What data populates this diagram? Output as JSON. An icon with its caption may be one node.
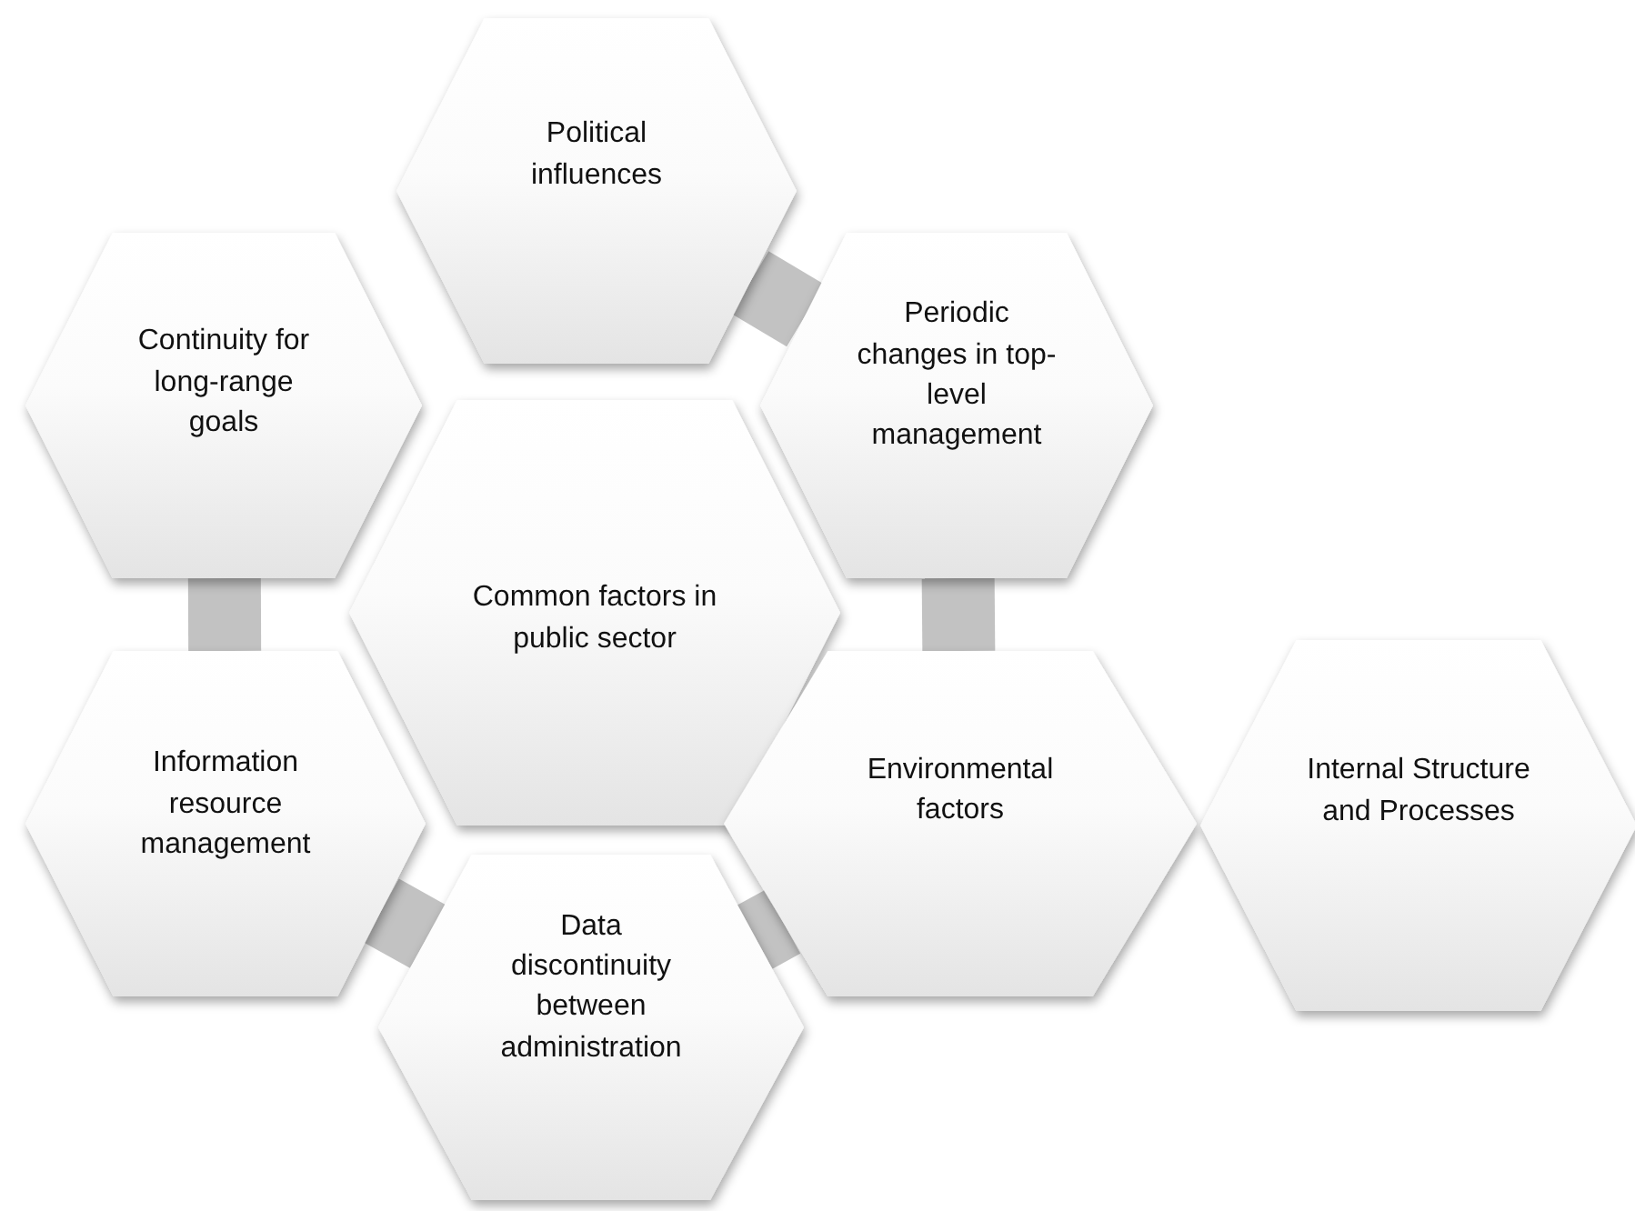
{
  "diagram": {
    "nodes": [
      {
        "text": [
          "Political influences"
        ]
      },
      {
        "text": [
          "Continuity for long-range goals"
        ]
      },
      {
        "text": [
          "Periodic changes in top-level management"
        ]
      },
      {
        "text": [
          "Common factors in public sector"
        ]
      },
      {
        "text": [
          "Information resource management"
        ]
      },
      {
        "text": [
          "Environmental factors"
        ]
      },
      {
        "text": [
          "Internal Structure and Processes"
        ]
      },
      {
        "text": [
          "Data discontinuity between administration"
        ]
      }
    ],
    "edges": [
      {
        "from": 0,
        "to": 2,
        "arrow": "none"
      },
      {
        "from": 2,
        "to": 5,
        "arrow": "none"
      },
      {
        "from": 5,
        "to": 7,
        "arrow": "none"
      },
      {
        "from": 7,
        "to": 4,
        "arrow": "none"
      },
      {
        "from": 4,
        "to": 1,
        "arrow": "none"
      }
    ]
  }
}
